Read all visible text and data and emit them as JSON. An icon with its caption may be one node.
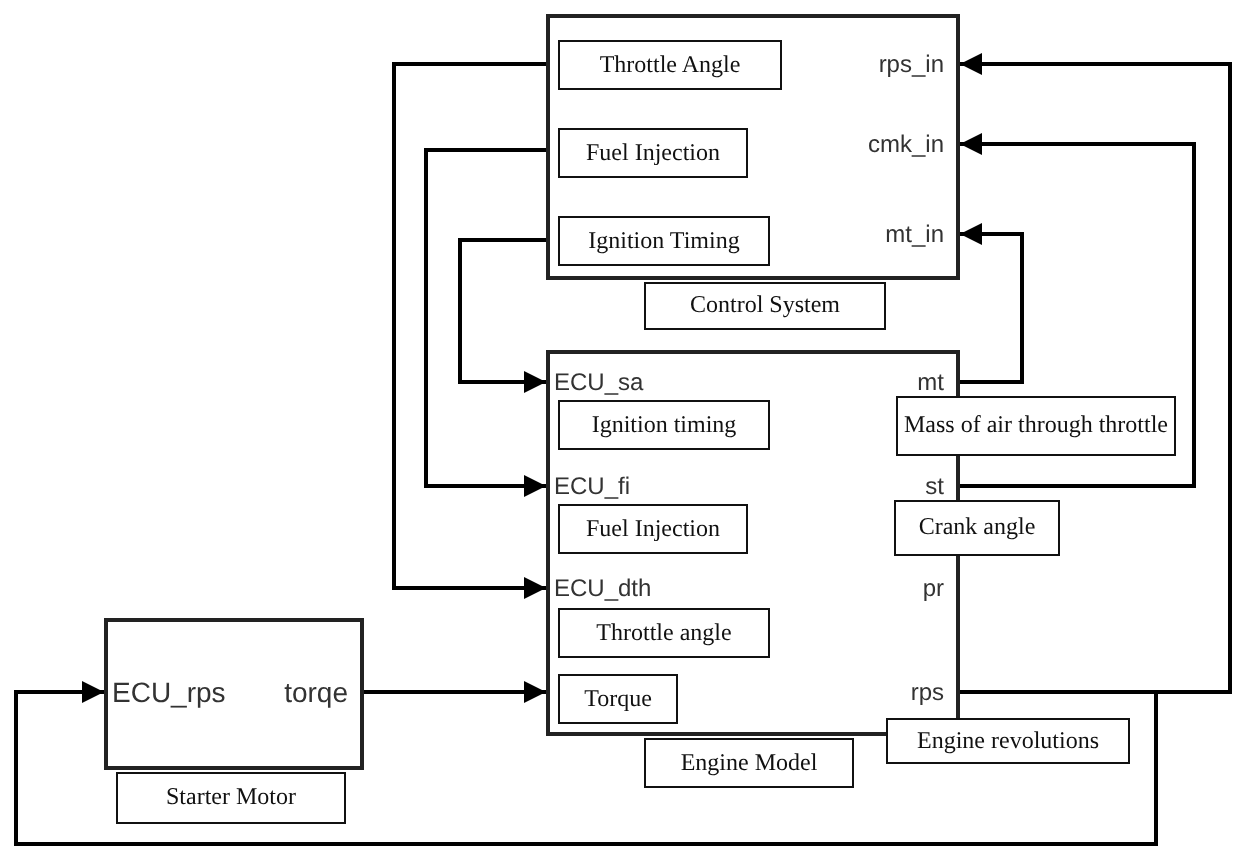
{
  "diagram": {
    "nodes": [
      {
        "text": [
          "rps_in",
          "cmk_in",
          "mt_in"
        ]
      },
      {
        "text": [
          "Throttle Angle"
        ],
        "in": 0
      },
      {
        "text": [
          "Fuel Injection"
        ],
        "in": 0
      },
      {
        "text": [
          "Ignition Timing"
        ],
        "in": 0
      },
      {
        "text": [
          "Control System"
        ]
      },
      {
        "text": [
          "ECU_sa",
          "ECU_fi",
          "ECU_dth",
          "mt",
          "st",
          "pr",
          "rps"
        ]
      },
      {
        "text": [
          "Ignition timing"
        ],
        "in": 5
      },
      {
        "text": [
          "Fuel Injection"
        ],
        "in": 5
      },
      {
        "text": [
          "Throttle angle"
        ],
        "in": 5
      },
      {
        "text": [
          "Torque"
        ],
        "in": 5
      },
      {
        "text": [
          "Mass of air through throttle"
        ]
      },
      {
        "text": [
          "Crank angle"
        ]
      },
      {
        "text": [
          "ECU_rps",
          "torqe"
        ]
      },
      {
        "text": [
          "Engine revolutions"
        ]
      },
      {
        "text": [
          "Engine Model"
        ]
      },
      {
        "text": [
          "Starter Motor"
        ]
      }
    ],
    "edges": [
      {
        "from": 0,
        "to": 5,
        "arrow": "to"
      },
      {
        "from": 0,
        "to": 5,
        "arrow": "to"
      },
      {
        "from": 0,
        "to": 5,
        "arrow": "to"
      },
      {
        "from": 5,
        "to": 0,
        "arrow": "to"
      },
      {
        "from": 5,
        "to": 0,
        "arrow": "to"
      },
      {
        "from": 5,
        "to": 0,
        "arrow": "to"
      },
      {
        "from": 5,
        "to": 12,
        "arrow": "to"
      },
      {
        "from": 12,
        "to": 5,
        "arrow": "to"
      }
    ]
  }
}
